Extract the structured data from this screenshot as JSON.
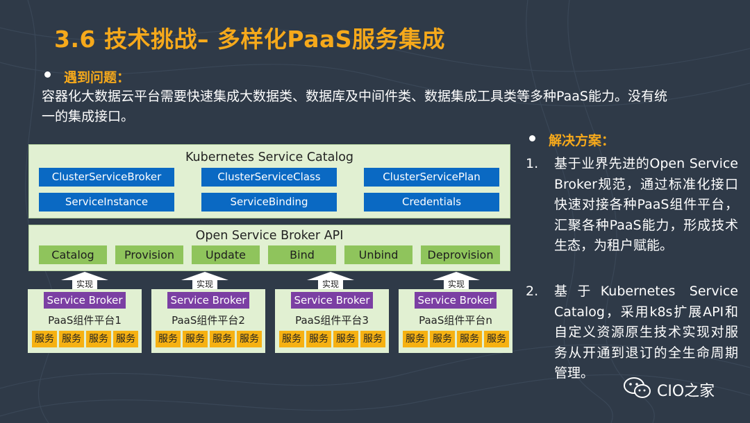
{
  "title": "3.6 技术挑战– 多样化PaaS服务集成",
  "problem": {
    "heading": "遇到问题：",
    "line1": "容器化大数据云平台需要快速集成大数据类、数据库及中间件类、数据集成工具类等多种PaaS能力。没有统",
    "line2": "一的集成接口。"
  },
  "solution": {
    "heading": "解决方案：",
    "items": [
      {
        "num": "1.",
        "text": "基于业界先进的Open Service Broker规范，通过标准化接口快速对接各种PaaS组件平台，汇聚各种PaaS能力，形成技术生态，为租户赋能。"
      },
      {
        "num": "2.",
        "text": "基于Kubernetes Service Catalog，采用k8s扩展API和自定义资源原生技术实现对服务从开通到退订的全生命周期管理。"
      }
    ]
  },
  "diagram": {
    "catalog_title": "Kubernetes Service Catalog",
    "catalog_items": [
      "ClusterServiceBroker",
      "ClusterServiceClass",
      "ClusterServicePlan",
      "ServiceInstance",
      "ServiceBinding",
      "Credentials"
    ],
    "api_title": "Open Service Broker API",
    "api_items": [
      "Catalog",
      "Provision",
      "Update",
      "Bind",
      "Unbind",
      "Deprovision"
    ],
    "arrow_label": "实现",
    "brokers": [
      {
        "label": "Service Broker",
        "platform": "PaaS组件平台1",
        "services": [
          "服务",
          "服务",
          "服务",
          "服务"
        ]
      },
      {
        "label": "Service Broker",
        "platform": "PaaS组件平台2",
        "services": [
          "服务",
          "服务",
          "服务",
          "服务"
        ]
      },
      {
        "label": "Service Broker",
        "platform": "PaaS组件平台3",
        "services": [
          "服务",
          "服务",
          "服务",
          "服务"
        ]
      },
      {
        "label": "Service Broker",
        "platform": "PaaS组件平台n",
        "services": [
          "服务",
          "服务",
          "服务",
          "服务"
        ]
      }
    ]
  },
  "watermark": "CIO之家",
  "colors": {
    "background": "#2f3a48",
    "accent": "#f6a91b",
    "panel": "#e1f0d2",
    "blue": "#0a69c3",
    "green": "#8fc45c",
    "purple": "#7b3fa3",
    "service": "#f6b112"
  }
}
